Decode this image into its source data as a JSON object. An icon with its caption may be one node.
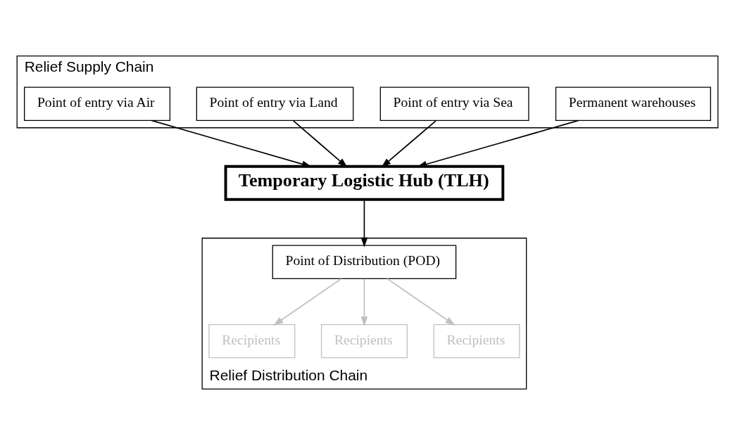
{
  "diagram": {
    "nodes": [
      {
        "text": [
          "Relief Supply Chain"
        ]
      },
      {
        "text": [
          "Point of entry via Air"
        ],
        "in": 0
      },
      {
        "text": [
          "Point of entry via Land"
        ],
        "in": 0
      },
      {
        "text": [
          "Point of entry via Sea"
        ],
        "in": 0
      },
      {
        "text": [
          "Permanent warehouses"
        ],
        "in": 0
      },
      {
        "text": [
          "Temporary Logistic Hub (TLH)"
        ]
      },
      {
        "text": [
          "Relief Distribution Chain"
        ]
      },
      {
        "text": [
          "Point of Distribution (POD)"
        ],
        "in": 6
      },
      {
        "text": [
          "Recipients"
        ],
        "in": 6
      },
      {
        "text": [
          "Recipients"
        ],
        "in": 6
      },
      {
        "text": [
          "Recipients"
        ],
        "in": 6
      }
    ],
    "edges": [
      {
        "from": 1,
        "to": 5,
        "arrow": "to"
      },
      {
        "from": 2,
        "to": 5,
        "arrow": "to"
      },
      {
        "from": 3,
        "to": 5,
        "arrow": "to"
      },
      {
        "from": 4,
        "to": 5,
        "arrow": "to"
      },
      {
        "from": 5,
        "to": 7,
        "arrow": "to"
      },
      {
        "from": 7,
        "to": 8,
        "arrow": "to",
        "color": "#c0c0c0"
      },
      {
        "from": 7,
        "to": 9,
        "arrow": "to",
        "color": "#c0c0c0"
      },
      {
        "from": 7,
        "to": 10,
        "arrow": "to",
        "color": "#c0c0c0"
      }
    ]
  }
}
